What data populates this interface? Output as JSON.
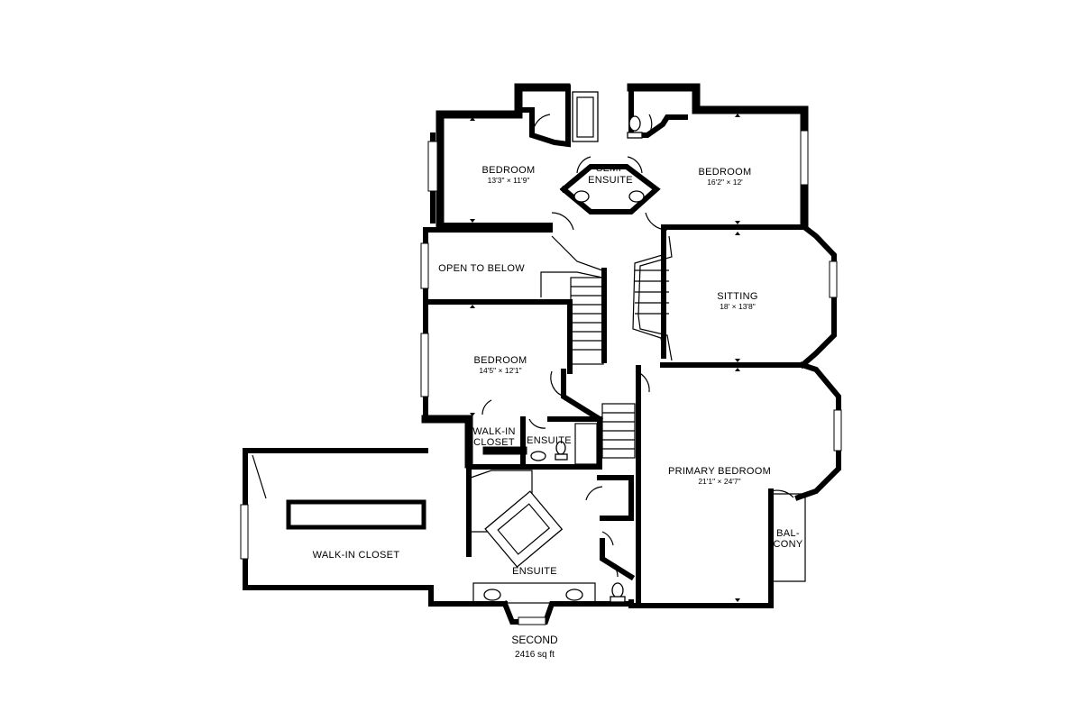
{
  "floor": {
    "name": "SECOND",
    "area": "2416 sq ft"
  },
  "rooms": [
    {
      "id": "bedroom-nw",
      "name": "BEDROOM",
      "dims": "13'3\" × 11'9\""
    },
    {
      "id": "semi-ensuite",
      "name": "SEMI-",
      "name2": "ENSUITE"
    },
    {
      "id": "bedroom-ne",
      "name": "BEDROOM",
      "dims": "16'2\" × 12'"
    },
    {
      "id": "open-to-below",
      "name": "OPEN TO BELOW"
    },
    {
      "id": "sitting",
      "name": "SITTING",
      "dims": "18' × 13'8\""
    },
    {
      "id": "bedroom-w",
      "name": "BEDROOM",
      "dims": "14'5\" × 12'1\""
    },
    {
      "id": "walkin-closet-small",
      "name": "WALK-IN",
      "name2": "CLOSET"
    },
    {
      "id": "ensuite-small",
      "name": "ENSUITE"
    },
    {
      "id": "primary-bedroom",
      "name": "PRIMARY BEDROOM",
      "dims": "21'1\" × 24'7\""
    },
    {
      "id": "walkin-closet-large",
      "name": "WALK-IN CLOSET"
    },
    {
      "id": "ensuite-primary",
      "name": "ENSUITE"
    },
    {
      "id": "balcony",
      "name": "BAL-",
      "name2": "CONY"
    }
  ]
}
